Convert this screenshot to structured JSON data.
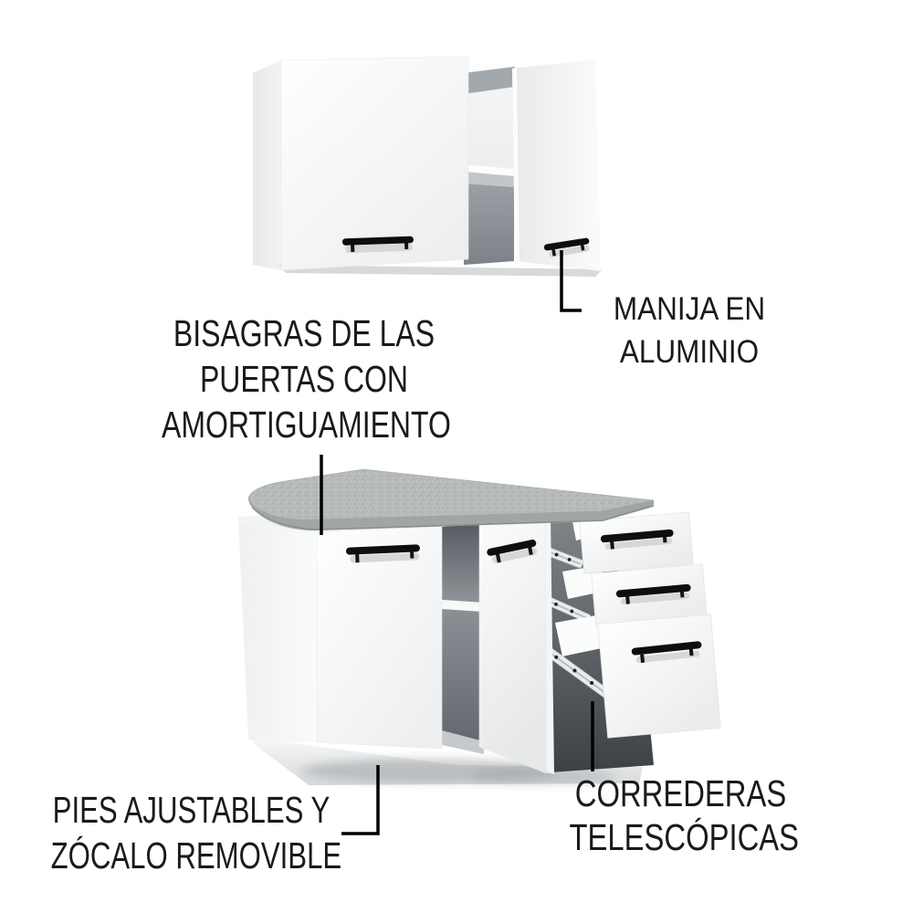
{
  "annotations": {
    "manija": {
      "line1": "MANIJA EN",
      "line2": "ALUMINIO"
    },
    "bisagras": {
      "line1": "BISAGRAS DE LAS",
      "line2": "PUERTAS CON",
      "line3": "AMORTIGUAMIENTO"
    },
    "pies": {
      "line1": "PIES AJUSTABLES Y",
      "line2": "ZÓCALO REMOVIBLE"
    },
    "correderas": {
      "line1": "CORREDERAS",
      "line2": "TELESCÓPICAS"
    }
  },
  "colors": {
    "background": "#ffffff",
    "text": "#1a1a1a",
    "callout_line": "#000000",
    "cabinet_white": "#f7f8f9",
    "countertop_gray": "#b6bbb9",
    "handle_black": "#0e0e0e",
    "interior_dark": "#4a4f54"
  }
}
